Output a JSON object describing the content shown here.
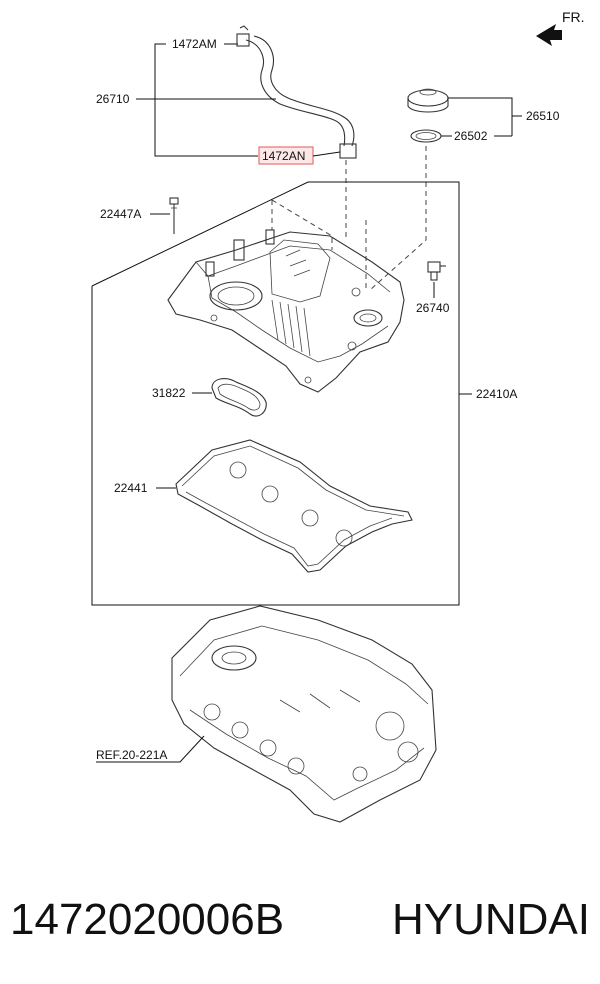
{
  "diagram": {
    "direction": "FR.",
    "labels": {
      "p1472AM": "1472AM",
      "p26710": "26710",
      "p1472AN": "1472AN",
      "p26510": "26510",
      "p26502": "26502",
      "p22447A": "22447A",
      "p26740": "26740",
      "p31822": "31822",
      "p22410A": "22410A",
      "p22441": "22441",
      "ref": "REF.20-221A"
    },
    "highlight_color": "#e05a5a"
  },
  "footer": {
    "part_number": "1472020006B",
    "brand": "HYUNDAI"
  }
}
